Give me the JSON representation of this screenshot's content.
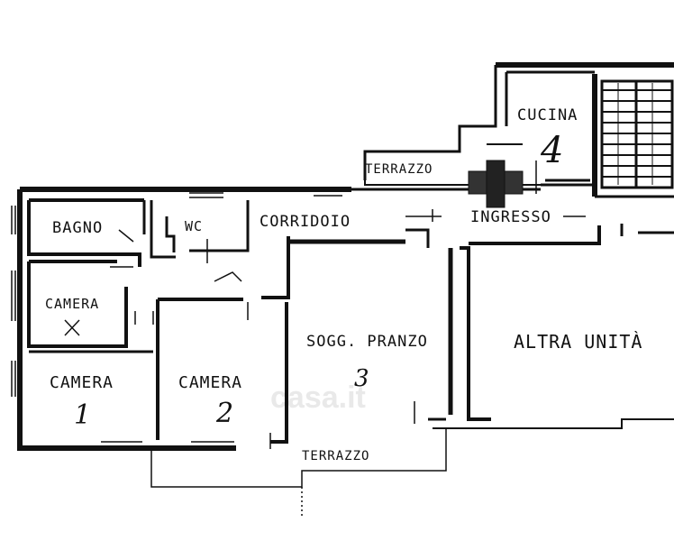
{
  "rooms": {
    "bagno": "BAGNO",
    "wc": "WC",
    "corridoio": "CORRIDOIO",
    "camera_small": "CAMERA",
    "camera_1": "CAMERA",
    "camera_1_num": "1",
    "camera_2": "CAMERA",
    "camera_2_num": "2",
    "soggiorno": "SOGG. PRANZO",
    "soggiorno_num": "3",
    "cucina": "CUCINA",
    "cucina_num": "4",
    "ingresso": "INGRESSO",
    "altra_unita": "ALTRA UNITÀ"
  },
  "terraces": {
    "top": "TERRAZZO",
    "bottom": "TERRAZZO"
  },
  "watermark": "casa.it",
  "colors": {
    "ink": "#111111",
    "paper": "#ffffff"
  }
}
